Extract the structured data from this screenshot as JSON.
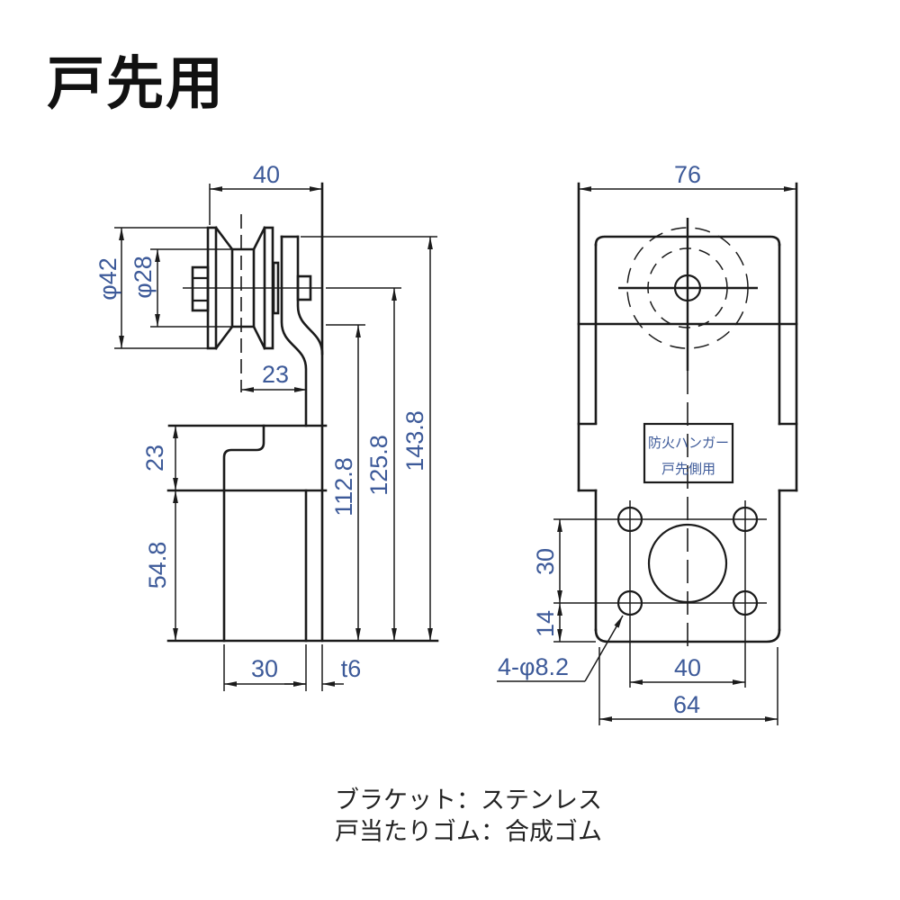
{
  "title": "戸先用",
  "side_view": {
    "dims": {
      "overall_depth": "40",
      "roller_od": "φ42",
      "roller_hub_od": "φ28",
      "roller_offset": "23",
      "stopper_upper_height": "23",
      "stopper_lower_height": "54.8",
      "height_to_bend": "112.8",
      "height_to_axis": "125.8",
      "height_total": "143.8",
      "stopper_depth": "30",
      "plate_thickness": "t6"
    }
  },
  "front_view": {
    "dims": {
      "overall_width": "76",
      "hole_pitch_vertical": "30",
      "hole_to_bottom_edge": "14",
      "hole_callout": "4-φ8.2",
      "hole_pitch_horizontal": "40",
      "plate_width": "64"
    },
    "label": {
      "line1": "防火ハンガー",
      "line2": "戸先側用"
    }
  },
  "notes": {
    "line1": "ブラケット：ステンレス",
    "line2": "戸当たりゴム：合成ゴム"
  },
  "colors": {
    "line": "#1b1b1b",
    "dimension_text": "#3d5a99",
    "title_text": "#111111",
    "note_text": "#222222",
    "background": "#ffffff"
  }
}
